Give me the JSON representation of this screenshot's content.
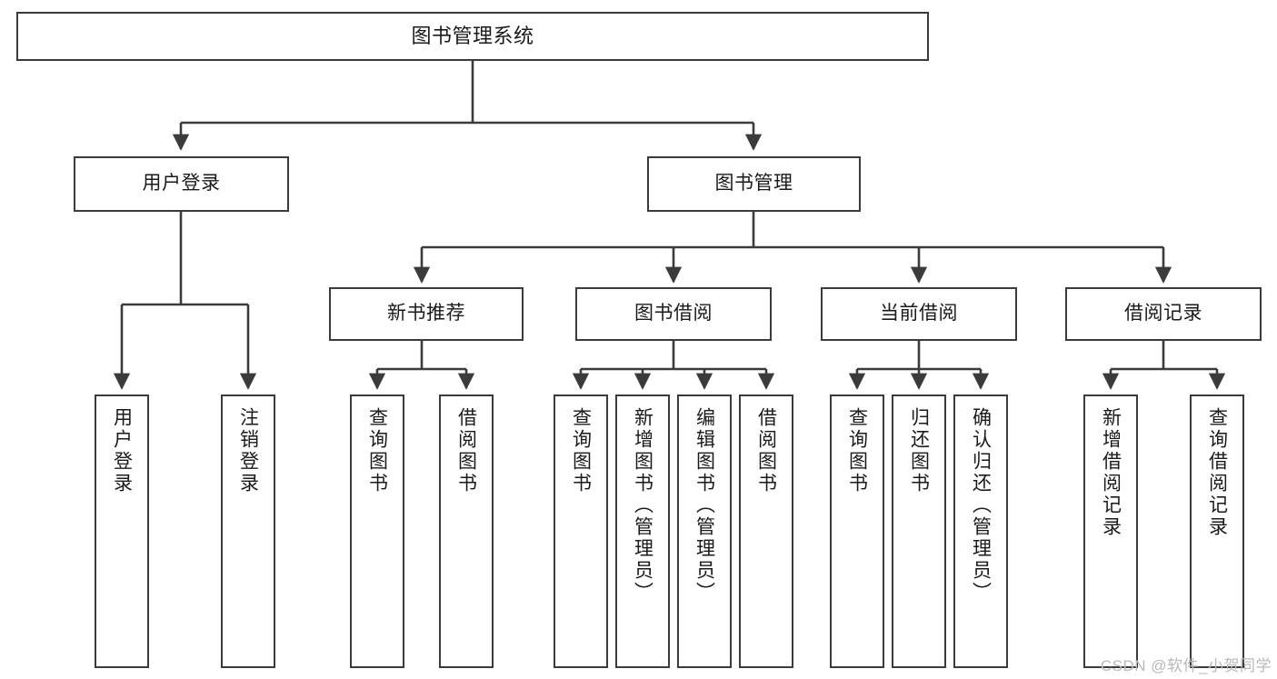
{
  "diagram": {
    "type": "tree",
    "title": "图书管理系统",
    "watermark": "CSDN @软件_小贺同学",
    "colors": {
      "box_border": "#3b3b3b",
      "box_fill": "#ffffff",
      "connector": "#3b3b3b",
      "text": "#1a1a1a",
      "watermark": "#b9b9b9"
    },
    "nodes": {
      "root": {
        "label": "图书管理系统"
      },
      "level1": [
        {
          "label": "用户登录"
        },
        {
          "label": "图书管理"
        }
      ],
      "level2": [
        {
          "label": "新书推荐"
        },
        {
          "label": "图书借阅"
        },
        {
          "label": "当前借阅"
        },
        {
          "label": "借阅记录"
        }
      ],
      "leaves": {
        "user_login": [
          {
            "label": "用户登录"
          },
          {
            "label": "注销登录"
          }
        ],
        "new_book": [
          {
            "label": "查询图书"
          },
          {
            "label": "借阅图书"
          }
        ],
        "book_borrow": [
          {
            "label": "查询图书"
          },
          {
            "label": "新增图书（管理员）"
          },
          {
            "label": "编辑图书（管理员）"
          },
          {
            "label": "借阅图书"
          }
        ],
        "current_borrow": [
          {
            "label": "查询图书"
          },
          {
            "label": "归还图书"
          },
          {
            "label": "确认归还（管理员）"
          }
        ],
        "borrow_record": [
          {
            "label": "新增借阅记录"
          },
          {
            "label": "查询借阅记录"
          }
        ]
      }
    }
  }
}
